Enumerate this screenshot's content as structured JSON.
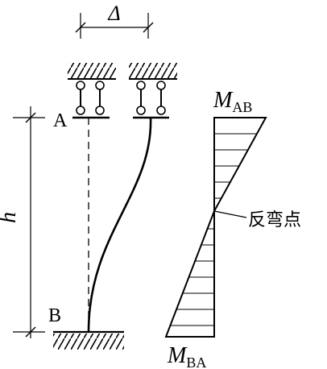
{
  "labels": {
    "delta": "Δ",
    "height": "h",
    "node_a": "A",
    "node_b": "B",
    "moment_top_main": "M",
    "moment_top_sub": "AB",
    "moment_bottom_main": "M",
    "moment_bottom_sub": "BA",
    "inflection_point": "反弯点"
  }
}
